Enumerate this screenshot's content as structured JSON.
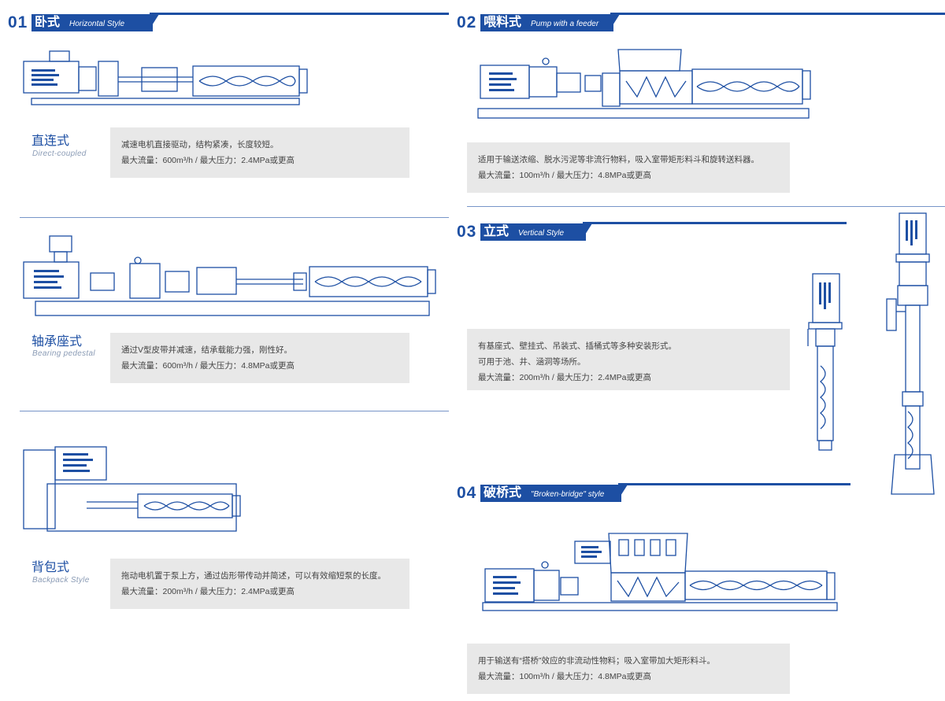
{
  "sections": {
    "s01": {
      "num": "01",
      "cn": "卧式",
      "en": "Horizontal Style"
    },
    "s02": {
      "num": "02",
      "cn": "喂料式",
      "en": "Pump with a feeder"
    },
    "s03": {
      "num": "03",
      "cn": "立式",
      "en": "Vertical Style"
    },
    "s04": {
      "num": "04",
      "cn": "破桥式",
      "en": "\"Broken-bridge\" style"
    }
  },
  "types": {
    "direct": {
      "cn": "直连式",
      "en": "Direct-coupled",
      "line1": "减速电机直接驱动，结构紧凑，长度较短。",
      "line2": "最大流量：600m³/h   /   最大压力：2.4MPa或更高"
    },
    "bearing": {
      "cn": "轴承座式",
      "en": "Bearing pedestal",
      "line1": "通过V型皮带并减速，结承载能力强，刚性好。",
      "line2": "最大流量：600m³/h   /   最大压力：4.8MPa或更高"
    },
    "backpack": {
      "cn": "背包式",
      "en": "Backpack Style",
      "line1": "拖动电机置于泵上方，通过齿形带传动并简述，可以有效缩短泵的长度。",
      "line2": "最大流量：200m³/h   /   最大压力：2.4MPa或更高"
    }
  },
  "feeder": {
    "line1": "适用于输送浓缩、脱水污泥等非流行物料，吸入室带矩形料斗和旋转送料器。",
    "line2": "最大流量：100m³/h   /   最大压力：4.8MPa或更高"
  },
  "vertical": {
    "line1": "有基座式、壁挂式、吊装式、插桶式等多种安装形式。",
    "line2": "可用于池、井、涵洞等场所。",
    "line3": "最大流量：200m³/h   /   最大压力：2.4MPa或更高"
  },
  "bridge": {
    "line1": "用于输送有“搭桥”效应的非流动性物料；吸入室带加大矩形料斗。",
    "line2": "最大流量：100m³/h   /   最大压力：4.8MPa或更高"
  },
  "colors": {
    "brand": "#1d4fa3",
    "panel": "#e8e8e8",
    "muted": "#8a9bb5"
  }
}
